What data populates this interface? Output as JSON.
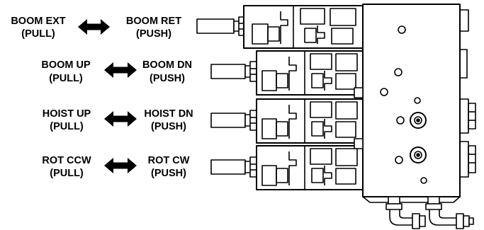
{
  "controls": [
    {
      "pull_label": "BOOM EXT",
      "pull_action": "(PULL)",
      "push_label": "BOOM RET",
      "push_action": "(PUSH)"
    },
    {
      "pull_label": "BOOM UP",
      "pull_action": "(PULL)",
      "push_label": "BOOM DN",
      "push_action": "(PUSH)"
    },
    {
      "pull_label": "HOIST UP",
      "pull_action": "(PULL)",
      "push_label": "HOIST DN",
      "push_action": "(PUSH)"
    },
    {
      "pull_label": "ROT CCW",
      "pull_action": "(PULL)",
      "push_label": "ROT CW",
      "push_action": "(PUSH)"
    }
  ],
  "colors": {
    "line": "#000000",
    "background": "#ffffff",
    "dark_fill": "#111111"
  }
}
